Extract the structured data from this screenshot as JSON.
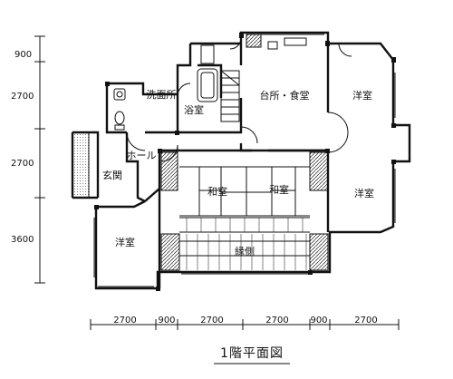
{
  "title": "1階平面図",
  "rooms": {
    "senmenjo": "洗面所",
    "yokushitsu": "浴室",
    "daidokoro": "台所・食堂",
    "yoshitsu_ne": "洋室",
    "hall": "ホール",
    "genkan": "玄関",
    "washitsu_left": "和室",
    "washitsu_right": "和室",
    "yoshitsu_e": "洋室",
    "yoshitsu_sw": "洋室",
    "engawa": "縁側"
  },
  "dims_bottom": [
    "2700",
    "900",
    "2700",
    "2700",
    "900",
    "2700"
  ],
  "dims_left": [
    "900",
    "2700",
    "2700",
    "3600"
  ]
}
